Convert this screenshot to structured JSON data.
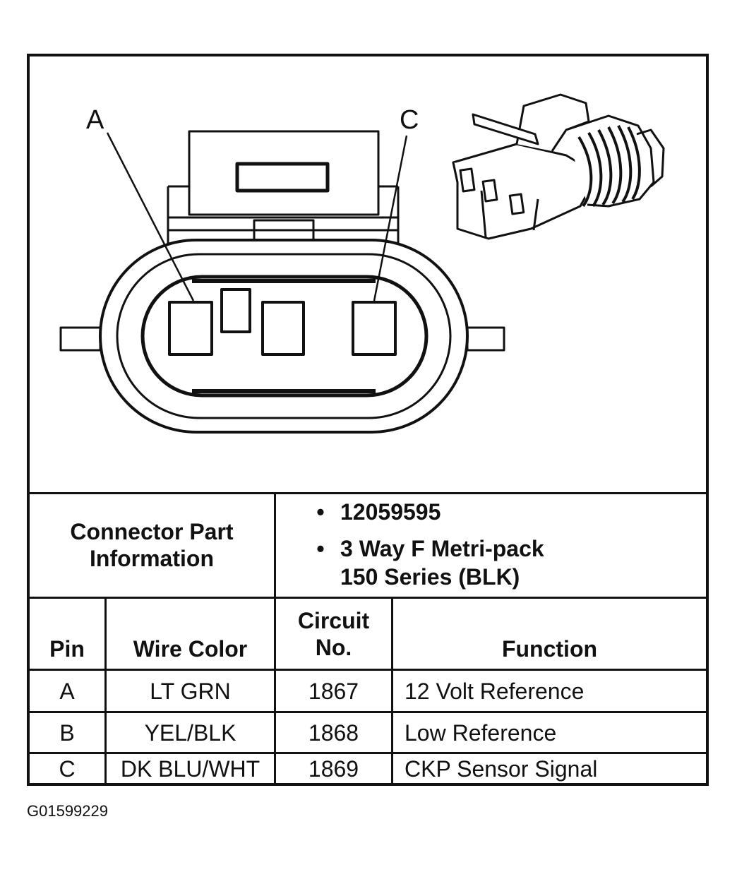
{
  "diagram": {
    "pin_labels": {
      "left": "A",
      "right": "C"
    }
  },
  "connector_info": {
    "label_line1": "Connector Part",
    "label_line2": "Information",
    "bullets": [
      {
        "symbol": "•",
        "lines": [
          "12059595"
        ]
      },
      {
        "symbol": "•",
        "lines": [
          "3 Way F Metri-pack",
          "150 Series (BLK)"
        ]
      }
    ]
  },
  "table": {
    "headers": {
      "pin": "Pin",
      "wire_color": "Wire Color",
      "circuit_line1": "Circuit",
      "circuit_line2": "No.",
      "function": "Function"
    },
    "rows": [
      {
        "pin": "A",
        "wire_color": "LT GRN",
        "circuit": "1867",
        "function": "12 Volt Reference"
      },
      {
        "pin": "B",
        "wire_color": "YEL/BLK",
        "circuit": "1868",
        "function": "Low Reference"
      },
      {
        "pin": "C",
        "wire_color": "DK BLU/WHT",
        "circuit": "1869",
        "function": "CKP Sensor Signal"
      }
    ]
  },
  "figure_id": "G01599229"
}
